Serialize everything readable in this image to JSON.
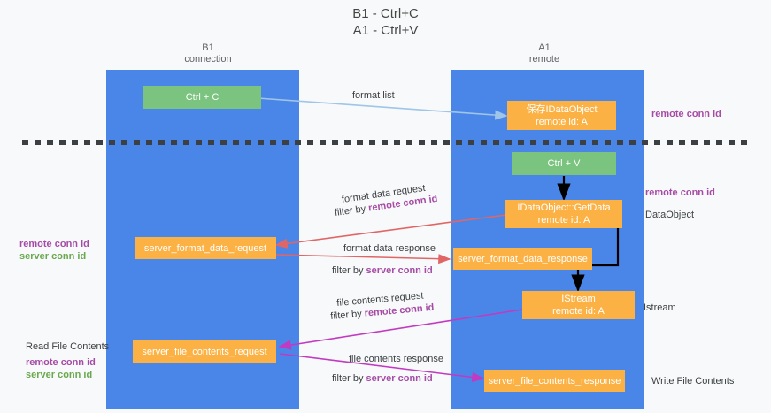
{
  "title": "B1 - Ctrl+C\nA1 - Ctrl+V",
  "columns": {
    "left": {
      "name": "B1",
      "role": "connection",
      "header": "B1\nconnection"
    },
    "right": {
      "name": "A1",
      "role": "remote",
      "header": "A1\nremote"
    }
  },
  "colors": {
    "lane": "#4a86e8",
    "action_box": "#7ac47f",
    "object_box": "#fbb144",
    "background": "#f8f9fa",
    "divider": "#3c4043",
    "arrow_format_list": "#9fc5e8",
    "arrow_control_flow": "#000000",
    "arrow_format_data": "#e06666",
    "arrow_file_contents": "#c239c2",
    "conn_id_purple": "#a64ca6",
    "conn_id_green": "#6aa84f",
    "text": "#3c4043"
  },
  "nodes": {
    "ctrl_c": "Ctrl + C",
    "ctrl_v": "Ctrl + V",
    "save_idataobject": "保存IDataObject\nremote id: A",
    "getdata": "IDataObject::GetData\nremote id: A",
    "server_format_data_request": "server_format_data_request",
    "server_format_data_response": "server_format_data_response",
    "istream": "IStream\nremote id: A",
    "server_file_contents_request": "server_file_contents_request",
    "server_file_contents_response": "server_file_contents_response"
  },
  "edge_labels": {
    "format_list": "format list",
    "format_data_request": "format data request",
    "format_data_request_filter_prefix": "filter by ",
    "format_data_request_filter_key": "remote conn id",
    "format_data_response": "format data response",
    "format_data_response_filter_prefix": "filter by ",
    "format_data_response_filter_key": "server conn id",
    "file_contents_request": "file contents request",
    "file_contents_request_filter_prefix": "filter by ",
    "file_contents_request_filter_key": "remote conn id",
    "file_contents_response": "file contents response",
    "file_contents_response_filter_prefix": "filter by ",
    "file_contents_response_filter_key": "server conn id"
  },
  "annotations": {
    "right_remote_conn_id_top": "remote conn id",
    "right_remote_conn_id_mid": "remote conn id",
    "right_dataobject": "DataObject",
    "right_istream": "Istream",
    "right_write_file_contents": "Write File Contents",
    "left_remote_conn_id_mid": "remote conn id",
    "left_server_conn_id_mid": "server conn id",
    "left_read_file_contents": "Read File Contents",
    "left_remote_conn_id_bottom": "remote conn id",
    "left_server_conn_id_bottom": "server conn id"
  }
}
